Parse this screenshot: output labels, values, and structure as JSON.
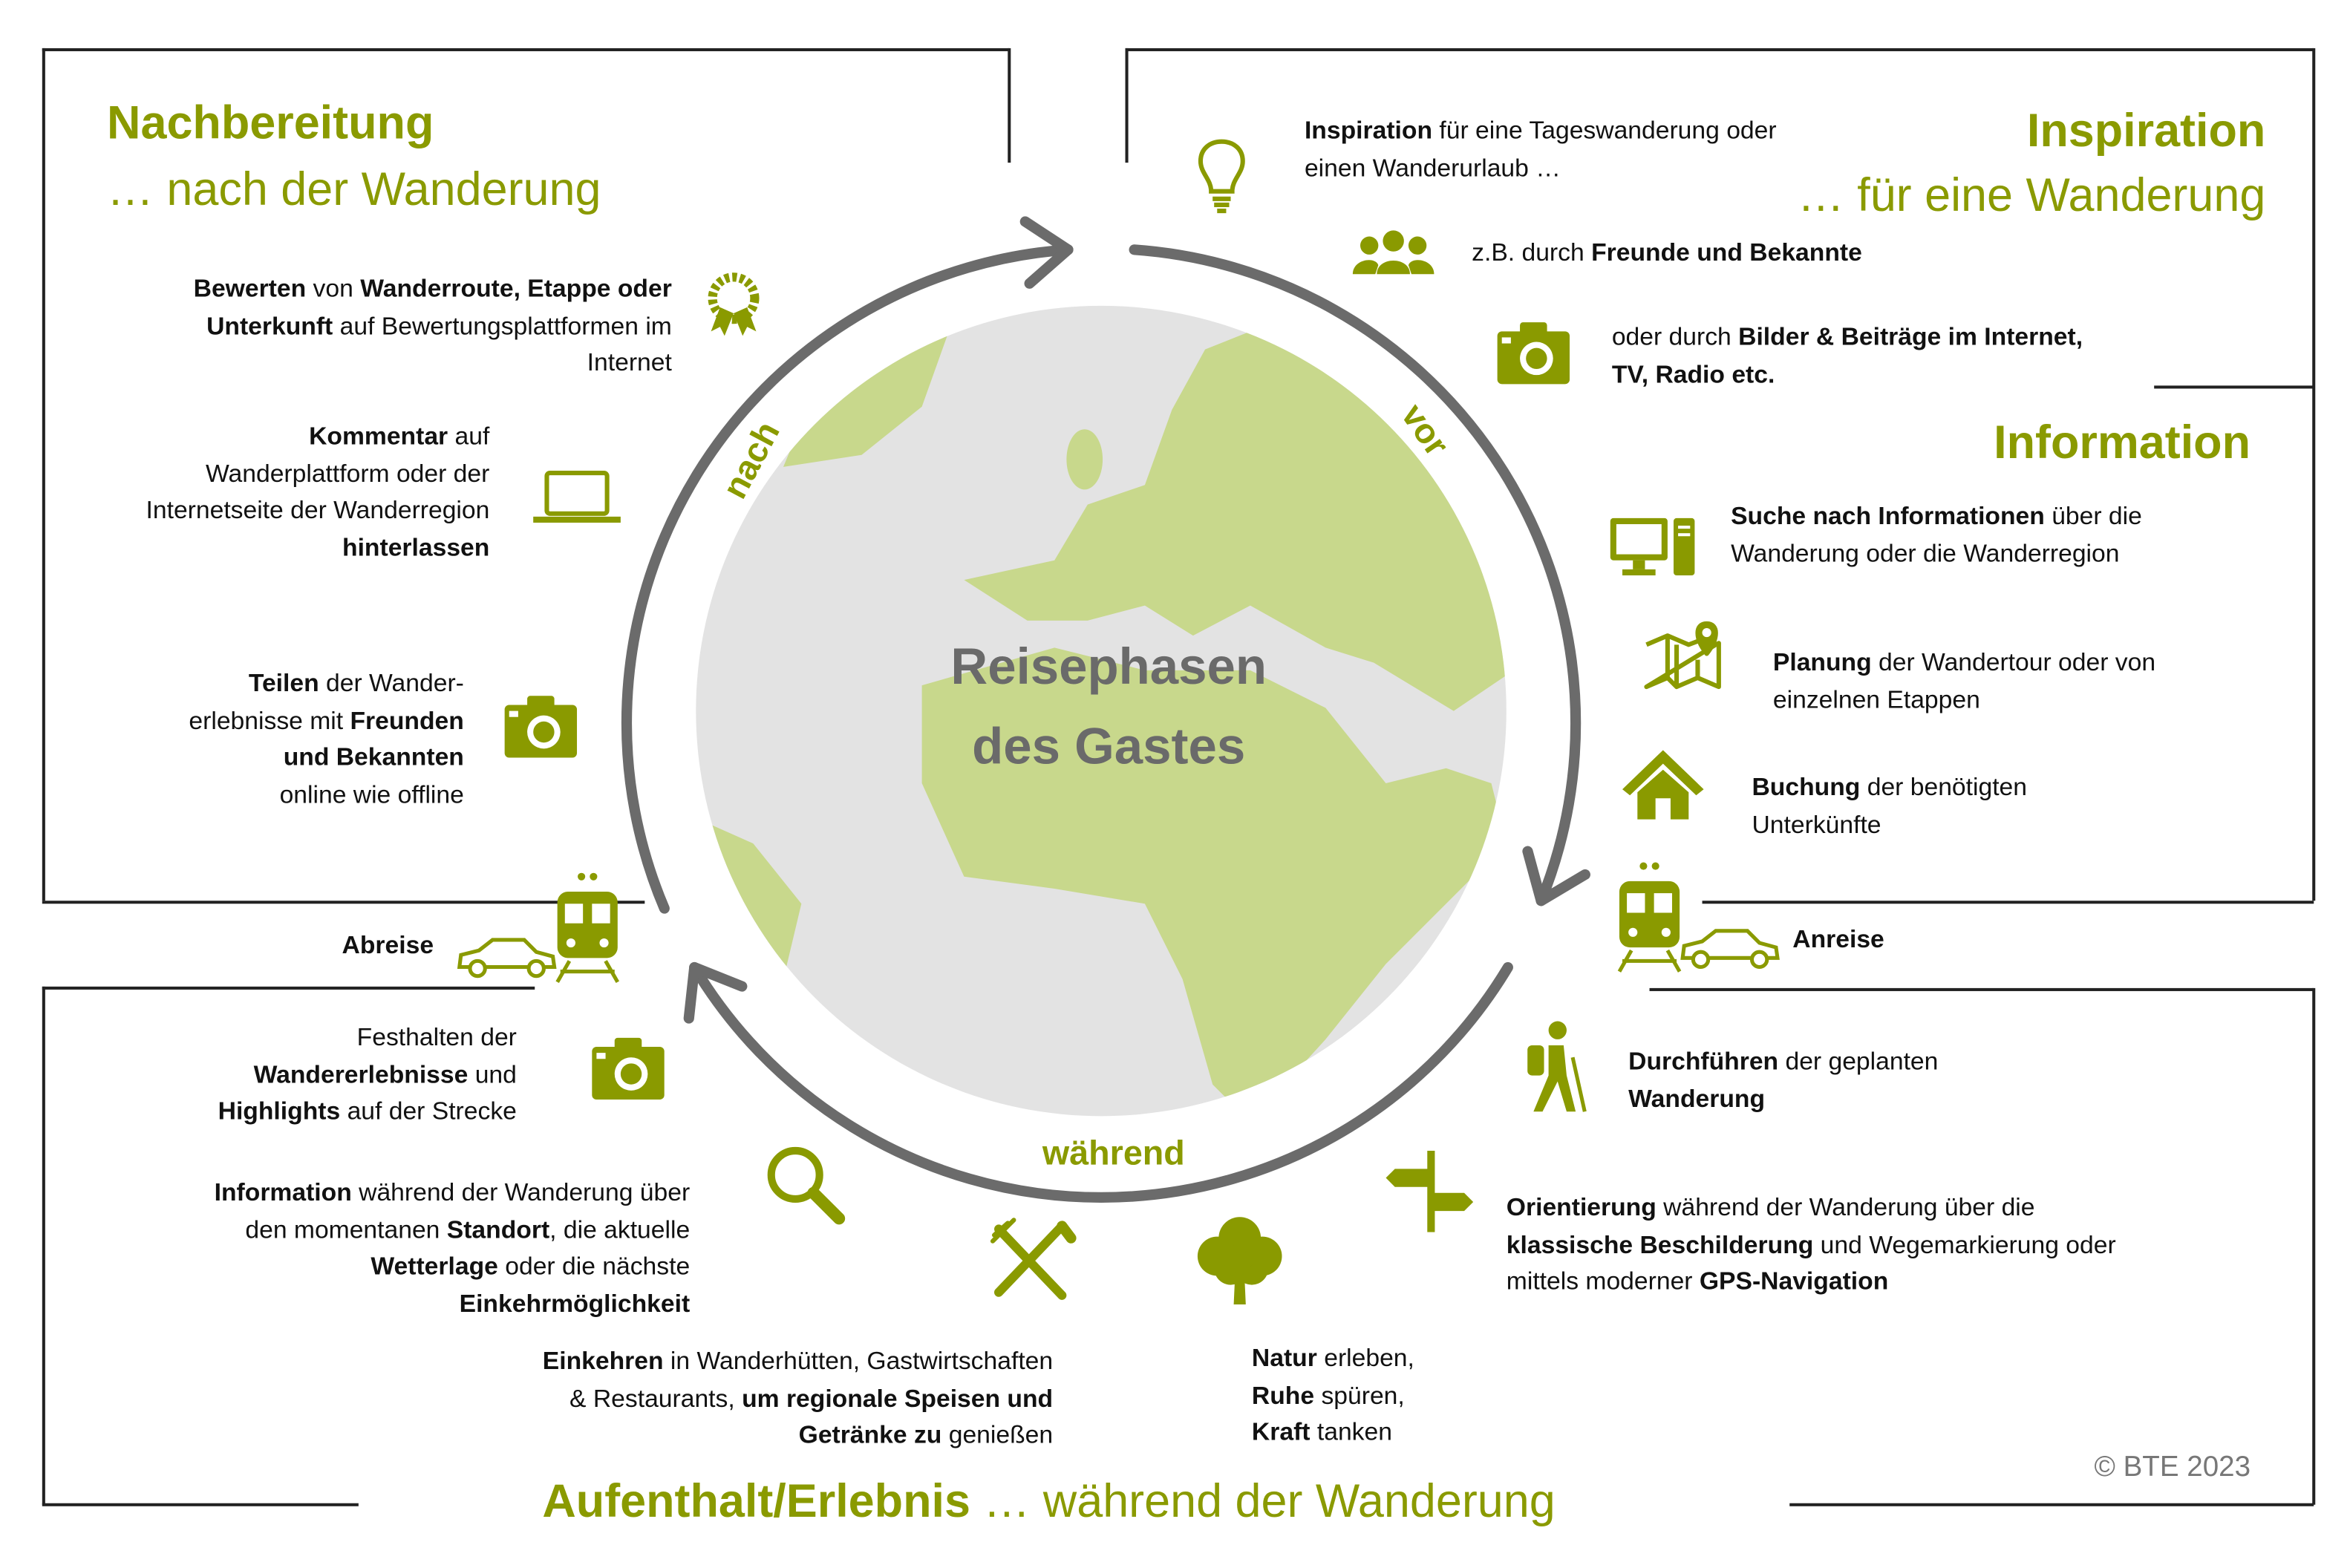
{
  "colors": {
    "accent": "#8a9a00",
    "globe": "#e3e3e3",
    "land": "#c8d88c",
    "ring": "#6b6b6b"
  },
  "center": {
    "line1": "Reisephasen",
    "line2": "des Gastes"
  },
  "ring_labels": {
    "after": "nach",
    "before": "vor",
    "during": "während"
  },
  "headings": {
    "after_title": "Nachbereitung",
    "after_sub": "… nach der Wanderung",
    "inspiration_title": "Inspiration",
    "inspiration_sub": "… für eine Wanderung",
    "information_title": "Information",
    "stay_title": "Aufenthalt/Erlebnis",
    "stay_sub": " … während der Wanderung"
  },
  "copyright": "© BTE 2023",
  "blocks": {
    "rating": [
      [
        {
          "t": "Bewerten",
          "b": 1
        },
        {
          "t": " von ",
          "b": 0
        },
        {
          "t": "Wanderroute, Etappe oder",
          "b": 1
        }
      ],
      [
        {
          "t": "Unterkunft",
          "b": 1
        },
        {
          "t": " auf Bewertungsplattformen im",
          "b": 0
        }
      ],
      [
        {
          "t": "Internet",
          "b": 0
        }
      ]
    ],
    "comment": [
      [
        {
          "t": "Kommentar",
          "b": 1
        },
        {
          "t": " auf",
          "b": 0
        }
      ],
      [
        {
          "t": "Wanderplattform oder der",
          "b": 0
        }
      ],
      [
        {
          "t": "Internetseite der Wanderregion",
          "b": 0
        }
      ],
      [
        {
          "t": "hinterlassen",
          "b": 1
        }
      ]
    ],
    "share": [
      [
        {
          "t": "Teilen",
          "b": 1
        },
        {
          "t": " der Wander-",
          "b": 0
        }
      ],
      [
        {
          "t": "erlebnisse mit ",
          "b": 0
        },
        {
          "t": "Freunden",
          "b": 1
        }
      ],
      [
        {
          "t": "und Bekannten",
          "b": 1
        }
      ],
      [
        {
          "t": "online wie offline",
          "b": 0
        }
      ]
    ],
    "departure": [
      [
        {
          "t": "Abreise",
          "b": 1
        }
      ]
    ],
    "capture": [
      [
        {
          "t": "Festhalten der",
          "b": 0
        }
      ],
      [
        {
          "t": "Wandererlebnisse",
          "b": 1
        },
        {
          "t": " und",
          "b": 0
        }
      ],
      [
        {
          "t": "Highlights",
          "b": 1
        },
        {
          "t": " auf der Strecke",
          "b": 0
        }
      ]
    ],
    "info_during": [
      [
        {
          "t": "Information",
          "b": 1
        },
        {
          "t": " während der Wanderung über",
          "b": 0
        }
      ],
      [
        {
          "t": "den momentanen ",
          "b": 0
        },
        {
          "t": "Standort",
          "b": 1
        },
        {
          "t": ", die aktuelle",
          "b": 0
        }
      ],
      [
        {
          "t": "Wetterlage",
          "b": 1
        },
        {
          "t": " oder die nächste",
          "b": 0
        }
      ],
      [
        {
          "t": "Einkehrmöglichkeit",
          "b": 1
        }
      ]
    ],
    "eat": [
      [
        {
          "t": "Einkehren",
          "b": 1
        },
        {
          "t": " in Wanderhütten, Gastwirtschaften",
          "b": 0
        }
      ],
      [
        {
          "t": "& Restaurants, ",
          "b": 0
        },
        {
          "t": "um regionale Speisen und",
          "b": 1
        }
      ],
      [
        {
          "t": "Getränke zu",
          "b": 1
        },
        {
          "t": " genießen",
          "b": 0
        }
      ]
    ],
    "nature": [
      [
        {
          "t": "Natur",
          "b": 1
        },
        {
          "t": " erleben,",
          "b": 0
        }
      ],
      [
        {
          "t": "Ruhe",
          "b": 1
        },
        {
          "t": " spüren,",
          "b": 0
        }
      ],
      [
        {
          "t": "Kraft",
          "b": 1
        },
        {
          "t": " tanken",
          "b": 0
        }
      ]
    ],
    "orientation": [
      [
        {
          "t": "Orientierung",
          "b": 1
        },
        {
          "t": " während der Wanderung über die",
          "b": 0
        }
      ],
      [
        {
          "t": "klassische Beschilderung",
          "b": 1
        },
        {
          "t": " und Wegemarkierung oder",
          "b": 0
        }
      ],
      [
        {
          "t": "mittels moderner ",
          "b": 0
        },
        {
          "t": "GPS-Navigation",
          "b": 1
        }
      ]
    ],
    "perform": [
      [
        {
          "t": "Durchführen",
          "b": 1
        },
        {
          "t": " der geplanten",
          "b": 0
        }
      ],
      [
        {
          "t": "Wanderung",
          "b": 1
        }
      ]
    ],
    "arrival": [
      [
        {
          "t": "Anreise",
          "b": 1
        }
      ]
    ],
    "booking": [
      [
        {
          "t": "Buchung",
          "b": 1
        },
        {
          "t": " der benötigten",
          "b": 0
        }
      ],
      [
        {
          "t": "Unterkünfte",
          "b": 0
        }
      ]
    ],
    "planning": [
      [
        {
          "t": "Planung",
          "b": 1
        },
        {
          "t": " der Wandertour oder von",
          "b": 0
        }
      ],
      [
        {
          "t": "einzelnen Etappen",
          "b": 0
        }
      ]
    ],
    "search": [
      [
        {
          "t": "Suche nach Informationen",
          "b": 1
        },
        {
          "t": " über die",
          "b": 0
        }
      ],
      [
        {
          "t": "Wanderung oder die Wanderregion",
          "b": 0
        }
      ]
    ],
    "media": [
      [
        {
          "t": "oder durch ",
          "b": 0
        },
        {
          "t": "Bilder & Beiträge im Internet,",
          "b": 1
        }
      ],
      [
        {
          "t": "TV, Radio etc.",
          "b": 1
        }
      ]
    ],
    "friends": [
      [
        {
          "t": "z.B. durch ",
          "b": 0
        },
        {
          "t": "Freunde und Bekannte",
          "b": 1
        }
      ]
    ],
    "inspiration": [
      [
        {
          "t": "Inspiration",
          "b": 1
        },
        {
          "t": " für eine Tageswanderung oder",
          "b": 0
        }
      ],
      [
        {
          "t": "einen Wanderurlaub …",
          "b": 0
        }
      ]
    ]
  }
}
